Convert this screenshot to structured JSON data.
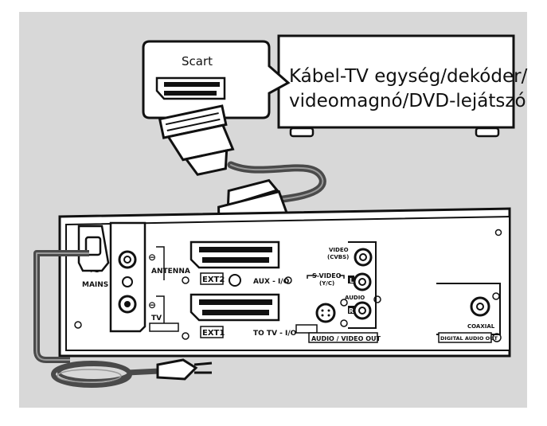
{
  "scart_callout": {
    "label": "Scart"
  },
  "external_device": {
    "line1": "Kábel-TV egység/dekóder/",
    "line2": "videomagnó/DVD-lejátszó"
  },
  "recorder_panel": {
    "mains": "MAINS",
    "mains_symbol": "~",
    "antenna": "ANTENNA",
    "tv": "TV",
    "ext2": "EXT2",
    "aux_io": "AUX - I/O",
    "ext1": "EXT1",
    "to_tv_io": "TO TV - I/O",
    "video_line1": "VIDEO",
    "video_line2": "(CVBS)",
    "svideo_line1": "S-VIDEO",
    "svideo_line2": "(Y/C)",
    "audio": "AUDIO",
    "audio_video_out": "AUDIO / VIDEO OUT",
    "coaxial": "COAXIAL",
    "digital_audio_out": "DIGITAL AUDIO OUT",
    "audio_left": "L",
    "audio_right": "R"
  },
  "colors": {
    "background_panel": "#d8d8d8",
    "stroke": "#111111",
    "cable": "#4a4a4a"
  }
}
